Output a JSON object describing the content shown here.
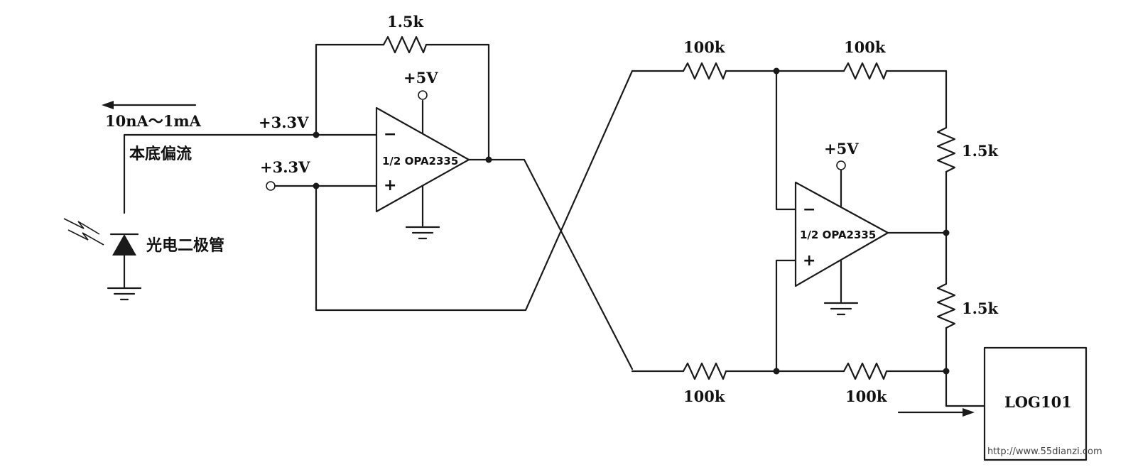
{
  "labels": {
    "current_range": "10nA～1mA",
    "bias_current": "本底偏流",
    "photodiode": "光电二极管",
    "v33_top": "+3.3V",
    "v33_bottom": "+3.3V",
    "supply1": "+5V",
    "supply2": "+5V",
    "opamp1": "1/2 OPA2335",
    "opamp2": "1/2 OPA2335",
    "r_feedback1": "1.5k",
    "r_in_top": "100k",
    "r_fb_top": "100k",
    "r_in_bottom": "100k",
    "r_fb_bottom": "100k",
    "r_div_top": "1.5k",
    "r_div_bottom": "1.5k",
    "log_chip": "LOG101",
    "minus_sign": "−",
    "plus_sign": "+",
    "watermark": "http://www.55dianzi.com"
  }
}
